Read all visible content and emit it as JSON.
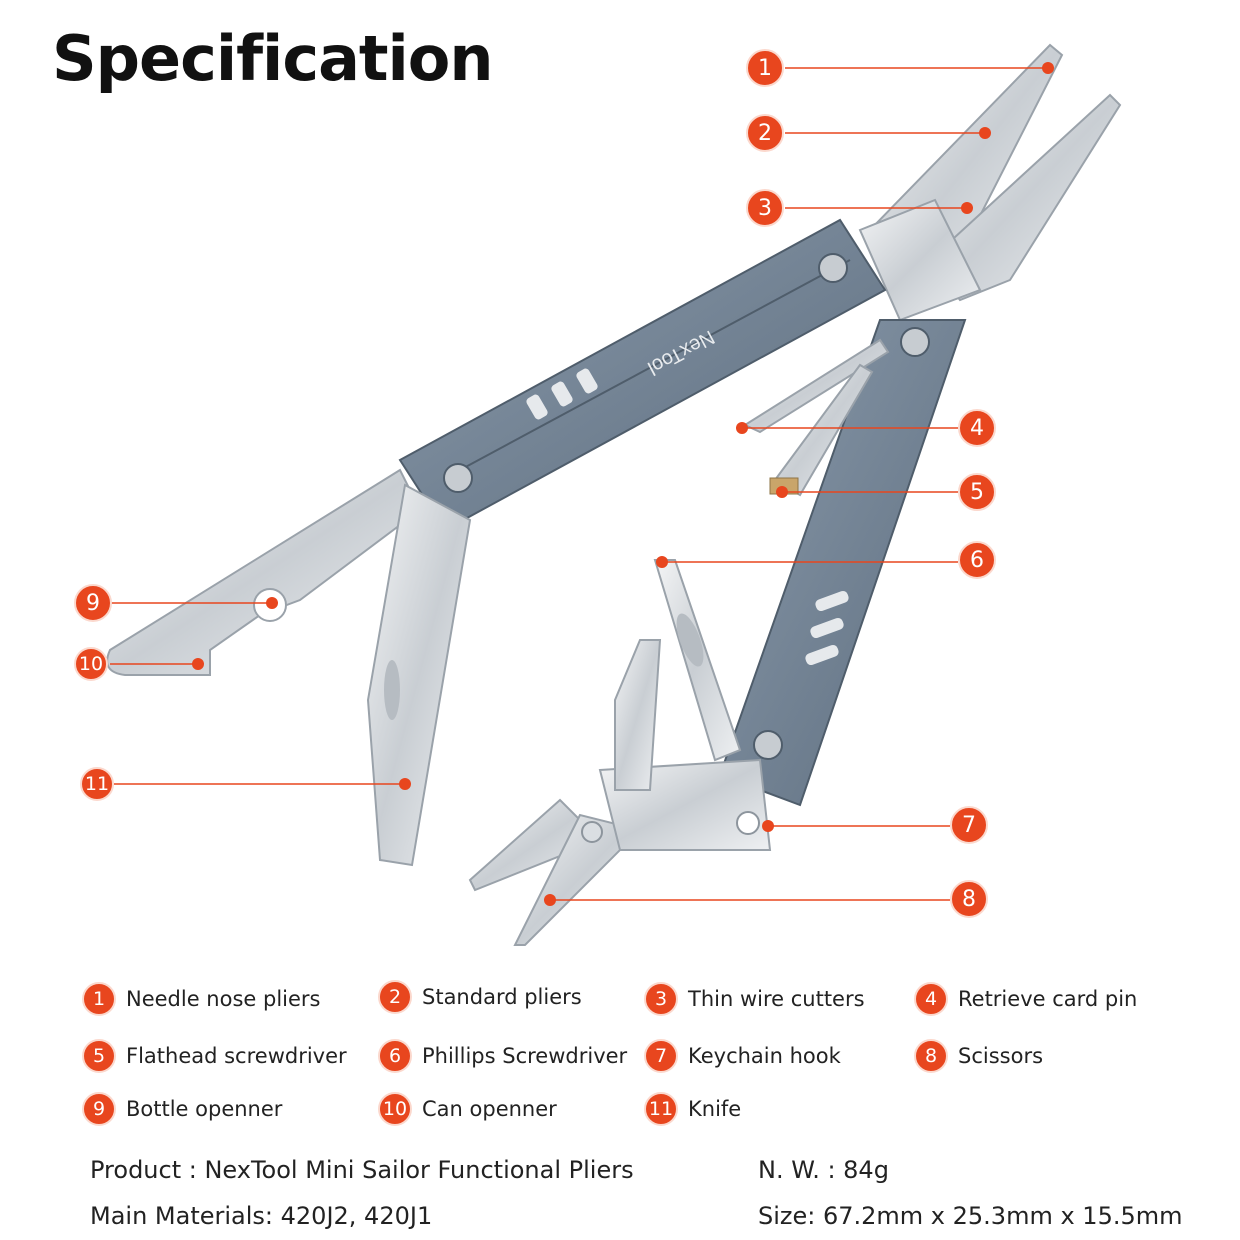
{
  "title": "Specification",
  "brand_engraving": "NexTool",
  "colors": {
    "accent": "#e8461e",
    "handle": "#6e7f90",
    "steel": "#d9dde1"
  },
  "callouts": [
    {
      "n": "1",
      "label": "Needle nose pliers"
    },
    {
      "n": "2",
      "label": "Standard pliers"
    },
    {
      "n": "3",
      "label": "Thin wire cutters"
    },
    {
      "n": "4",
      "label": "Retrieve card pin"
    },
    {
      "n": "5",
      "label": "Flathead screwdriver"
    },
    {
      "n": "6",
      "label": "Phillips Screwdriver"
    },
    {
      "n": "7",
      "label": "Keychain hook"
    },
    {
      "n": "8",
      "label": "Scissors"
    },
    {
      "n": "9",
      "label": "Bottle openner"
    },
    {
      "n": "10",
      "label": "Can openner"
    },
    {
      "n": "11",
      "label": "Knife"
    }
  ],
  "product": {
    "product_line": "Product : NexTool Mini Sailor Functional Pliers",
    "weight_line": "N. W. : 84g",
    "materials_line": "Main Materials: 420J2, 420J1",
    "size_line": "Size: 67.2mm x 25.3mm x 15.5mm"
  }
}
